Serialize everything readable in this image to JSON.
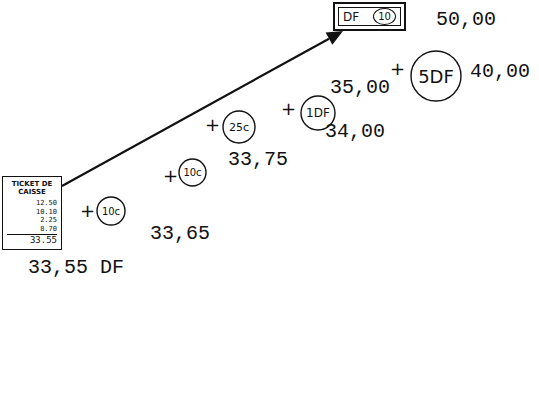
{
  "diagram": {
    "nodes": [
      {
        "text": [
          "TICKET DE CAISSE",
          "12.50",
          "10.10",
          "2.25",
          "8.70",
          "33.55"
        ]
      },
      {
        "text": [
          "10c"
        ]
      },
      {
        "text": [
          "10c"
        ]
      },
      {
        "text": [
          "25c"
        ]
      },
      {
        "text": [
          "1DF"
        ]
      },
      {
        "text": [
          "5DF"
        ]
      },
      {
        "text": [
          "DF",
          "10"
        ]
      }
    ],
    "edges": [
      {
        "from": 0,
        "to": 6,
        "arrow": "to"
      }
    ],
    "labels": [
      "+",
      "33,65",
      "+",
      "33,75",
      "+",
      "34,00",
      "+",
      "35,00",
      "+",
      "40,00",
      "50,00",
      "33,55 DF"
    ]
  }
}
